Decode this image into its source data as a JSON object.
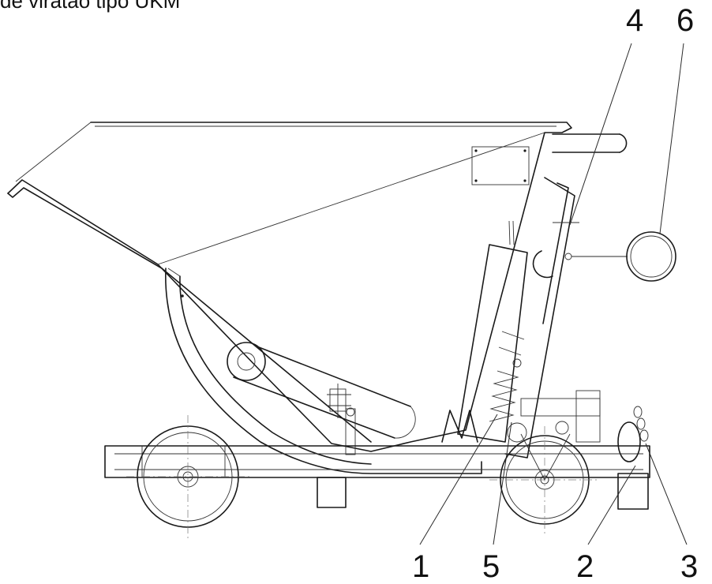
{
  "caption": "de viratão tipo UKM",
  "callouts": {
    "c1": "1",
    "c2": "2",
    "c3": "3",
    "c4": "4",
    "c5": "5",
    "c6": "6"
  }
}
